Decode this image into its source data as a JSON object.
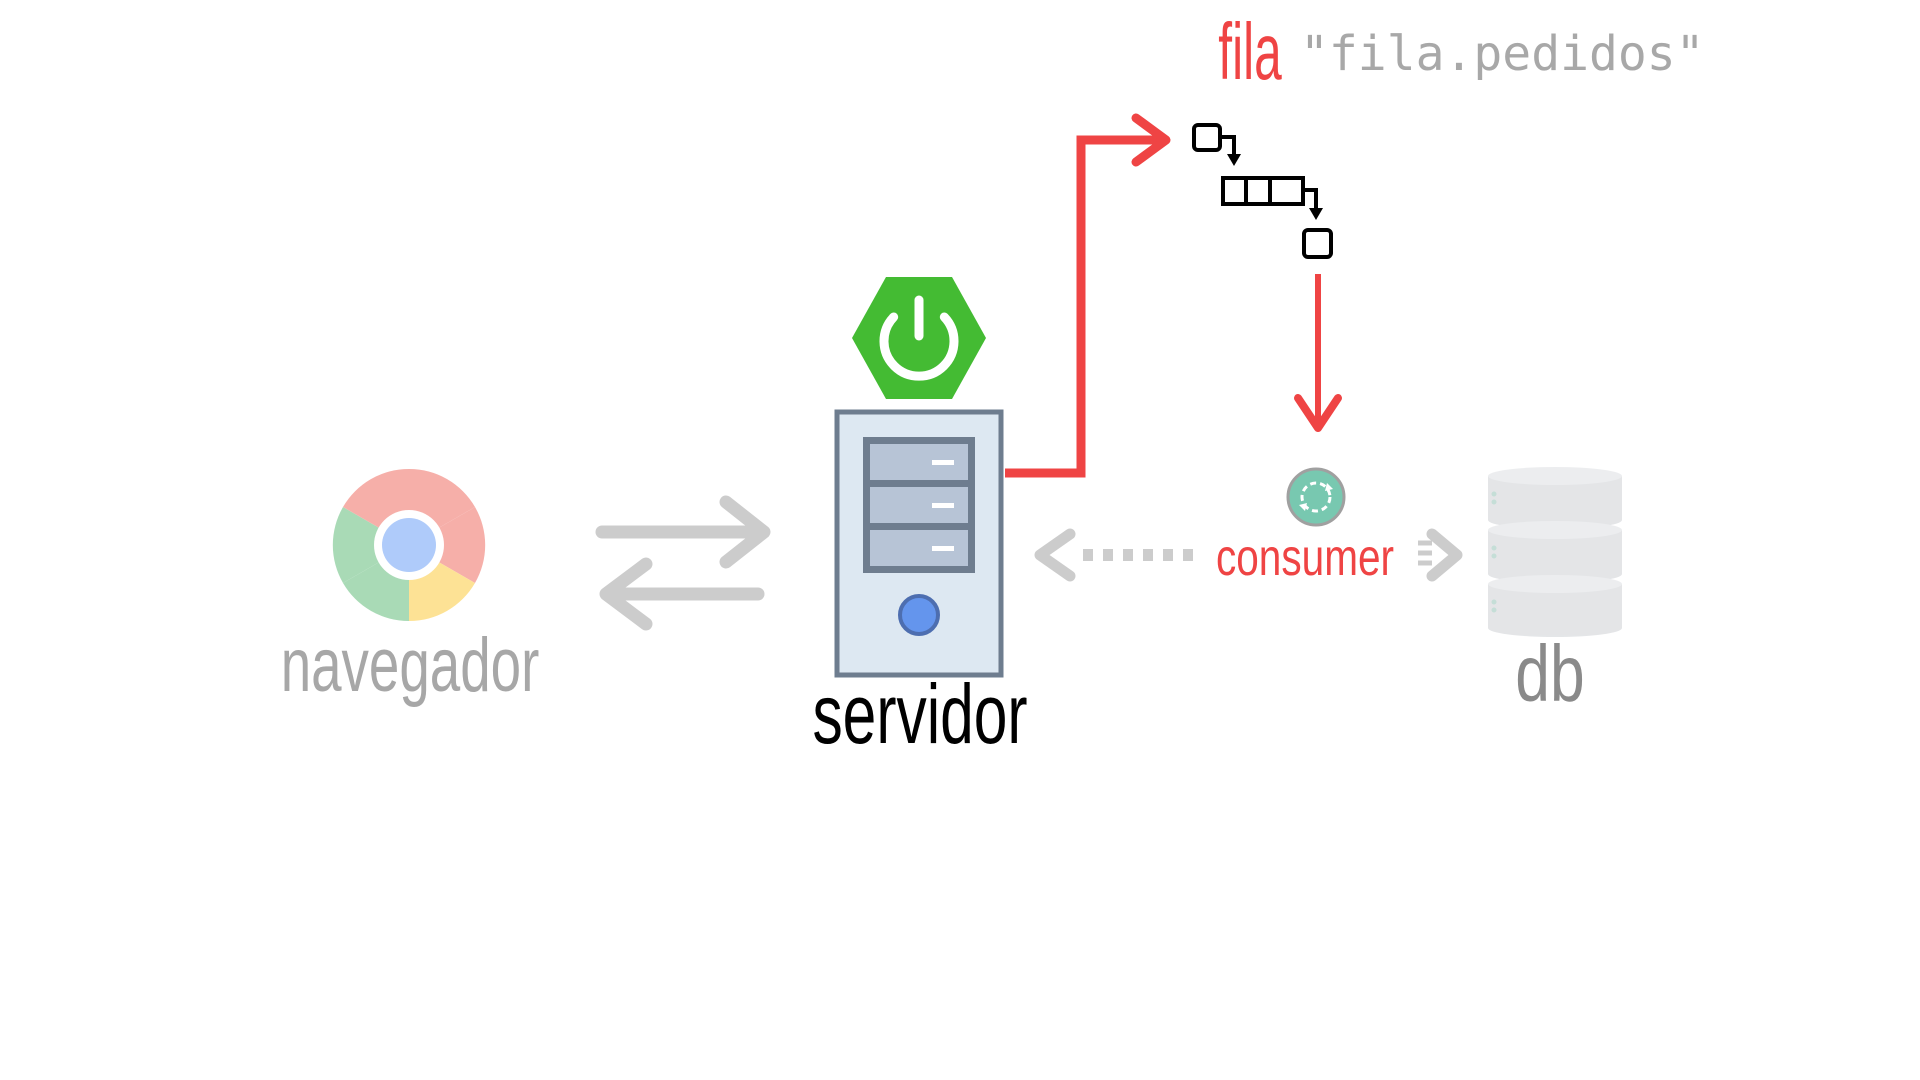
{
  "diagram": {
    "nodes": {
      "browser": {
        "label": "navegador",
        "icon": "chrome-icon"
      },
      "server": {
        "label": "servidor",
        "icon": "server-icon",
        "badge_icon": "spring-boot-power-icon"
      },
      "queue": {
        "keyword": "fila",
        "name": "\"fila.pedidos\"",
        "icon": "queue-icon"
      },
      "consumer": {
        "label": "consumer",
        "icon": "consumer-icon"
      },
      "database": {
        "label": "db",
        "icon": "database-icon"
      }
    },
    "edges": [
      {
        "from": "browser",
        "to": "server",
        "style": "double-arrow",
        "color": "#cccccc"
      },
      {
        "from": "server",
        "to": "queue",
        "style": "solid-arrow",
        "color": "#ef4444"
      },
      {
        "from": "queue",
        "to": "consumer",
        "style": "solid-arrow",
        "color": "#ef4444"
      },
      {
        "from": "consumer",
        "to": "server",
        "style": "dotted-arrow",
        "color": "#cccccc"
      },
      {
        "from": "consumer",
        "to": "database",
        "style": "dotted-arrow",
        "color": "#cccccc"
      }
    ],
    "colors": {
      "accent": "#ef4444",
      "spring_green": "#44bb33",
      "muted_gray": "#cccccc",
      "server_fill": "#dde8f2",
      "server_border": "#6e7d8f"
    }
  }
}
